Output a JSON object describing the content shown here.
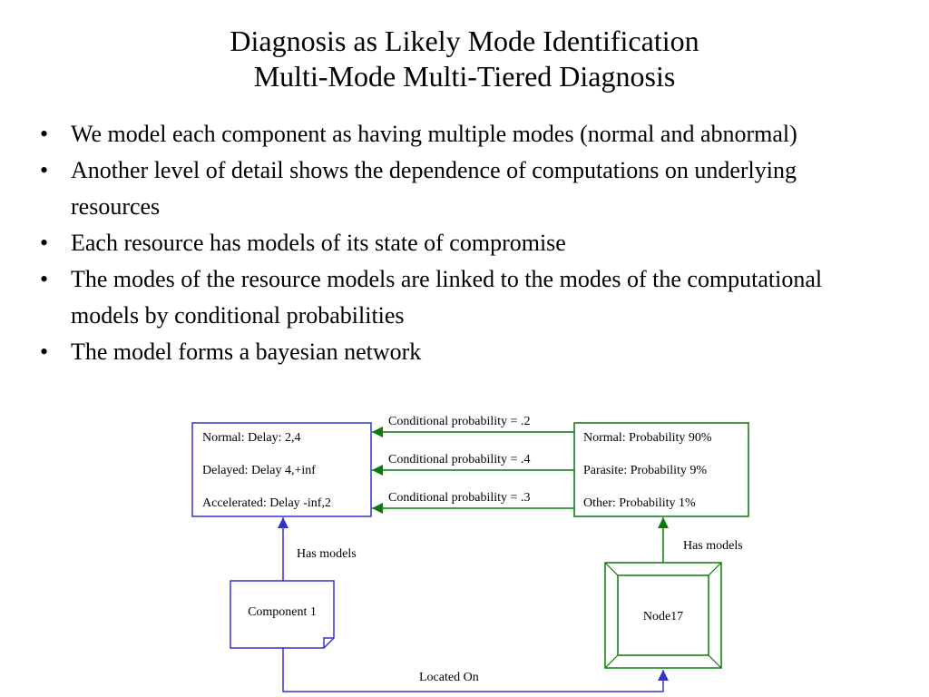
{
  "slide": {
    "title_line1": "Diagnosis as Likely Mode Identification",
    "title_line2": "Multi-Mode Multi-Tiered Diagnosis",
    "bullets": [
      "We model each component as having multiple modes (normal and abnormal)",
      "Another level of detail shows the dependence of computations on underlying resources",
      "Each resource has models of its state of compromise",
      "The modes of the resource models are linked to the modes of the computational models by conditional probabilities",
      "The model forms a bayesian network"
    ]
  },
  "diagram": {
    "colors": {
      "blue": "#3333cc",
      "green": "#0a7a0a"
    },
    "component_modes": [
      "Normal: Delay: 2,4",
      "Delayed: Delay 4,+inf",
      "Accelerated: Delay -inf,2"
    ],
    "resource_modes": [
      "Normal: Probability 90%",
      "Parasite: Probability 9%",
      "Other: Probability 1%"
    ],
    "links": [
      "Conditional probability = .2",
      "Conditional probability = .4",
      "Conditional probability = .3"
    ],
    "component_label": "Component 1",
    "resource_label": "Node17",
    "has_models_left": "Has models",
    "has_models_right": "Has models",
    "located_on": "Located On"
  }
}
